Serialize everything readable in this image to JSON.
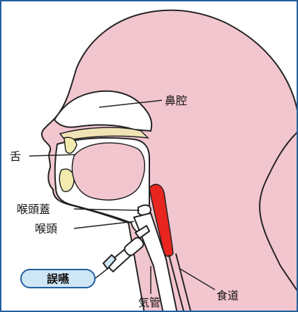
{
  "labels": {
    "nasal_cavity": "鼻腔",
    "tongue": "舌",
    "epiglottis": "喉頭蓋",
    "larynx": "喉頭",
    "aspiration_badge": "誤嚥",
    "trachea": "気管",
    "esophagus": "食道"
  },
  "colors": {
    "frame_border": "#1f5fa0",
    "head_skin": "#f2c6cf",
    "outline": "#222222",
    "nasal_cavity_fill": "#ffffff",
    "palate_fill": "#f0e4b6",
    "teeth_fill": "#f3eab0",
    "esophagus_fill": "#e8251f",
    "badge_fill": "#cfe6f6",
    "badge_border": "#1f5fa0"
  }
}
